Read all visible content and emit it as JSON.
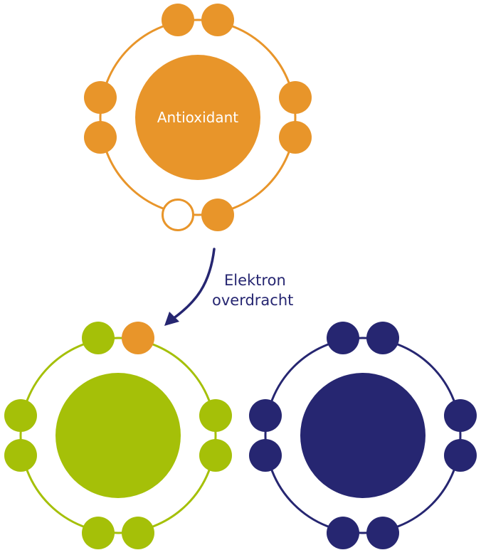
{
  "colors": {
    "antioxidant": "#e8952a",
    "molecule_green": "#a5c008",
    "molecule_blue": "#262671",
    "arrow": "#262671",
    "background": "#ffffff"
  },
  "atoms": [
    {
      "name": "antioxidant-atom",
      "label": "Antioxidant",
      "color_key": "antioxidant",
      "electrons": [
        {
          "slot": "top-left",
          "state": "filled",
          "color_key": "antioxidant"
        },
        {
          "slot": "top-right",
          "state": "filled",
          "color_key": "antioxidant"
        },
        {
          "slot": "left-upper",
          "state": "filled",
          "color_key": "antioxidant"
        },
        {
          "slot": "left-lower",
          "state": "filled",
          "color_key": "antioxidant"
        },
        {
          "slot": "right-upper",
          "state": "filled",
          "color_key": "antioxidant"
        },
        {
          "slot": "right-lower",
          "state": "filled",
          "color_key": "antioxidant"
        },
        {
          "slot": "bottom-left",
          "state": "empty",
          "color_key": "antioxidant"
        },
        {
          "slot": "bottom-right",
          "state": "filled",
          "color_key": "antioxidant"
        }
      ]
    },
    {
      "name": "green-atom",
      "label": "",
      "color_key": "molecule_green",
      "electrons": [
        {
          "slot": "top-left",
          "state": "filled",
          "color_key": "molecule_green"
        },
        {
          "slot": "top-right",
          "state": "filled",
          "color_key": "antioxidant"
        },
        {
          "slot": "left-upper",
          "state": "filled",
          "color_key": "molecule_green"
        },
        {
          "slot": "left-lower",
          "state": "filled",
          "color_key": "molecule_green"
        },
        {
          "slot": "right-upper",
          "state": "filled",
          "color_key": "molecule_green"
        },
        {
          "slot": "right-lower",
          "state": "filled",
          "color_key": "molecule_green"
        },
        {
          "slot": "bottom-left",
          "state": "filled",
          "color_key": "molecule_green"
        },
        {
          "slot": "bottom-right",
          "state": "filled",
          "color_key": "molecule_green"
        }
      ]
    },
    {
      "name": "blue-atom",
      "label": "",
      "color_key": "molecule_blue",
      "electrons": [
        {
          "slot": "top-left",
          "state": "filled",
          "color_key": "molecule_blue"
        },
        {
          "slot": "top-right",
          "state": "filled",
          "color_key": "molecule_blue"
        },
        {
          "slot": "left-upper",
          "state": "filled",
          "color_key": "molecule_blue"
        },
        {
          "slot": "left-lower",
          "state": "filled",
          "color_key": "molecule_blue"
        },
        {
          "slot": "right-upper",
          "state": "filled",
          "color_key": "molecule_blue"
        },
        {
          "slot": "right-lower",
          "state": "filled",
          "color_key": "molecule_blue"
        },
        {
          "slot": "bottom-left",
          "state": "filled",
          "color_key": "molecule_blue"
        },
        {
          "slot": "bottom-right",
          "state": "filled",
          "color_key": "molecule_blue"
        }
      ]
    }
  ],
  "transfer": {
    "label_line1": "Elektron",
    "label_line2": "overdracht",
    "from": "antioxidant-atom",
    "to": "green-atom"
  }
}
